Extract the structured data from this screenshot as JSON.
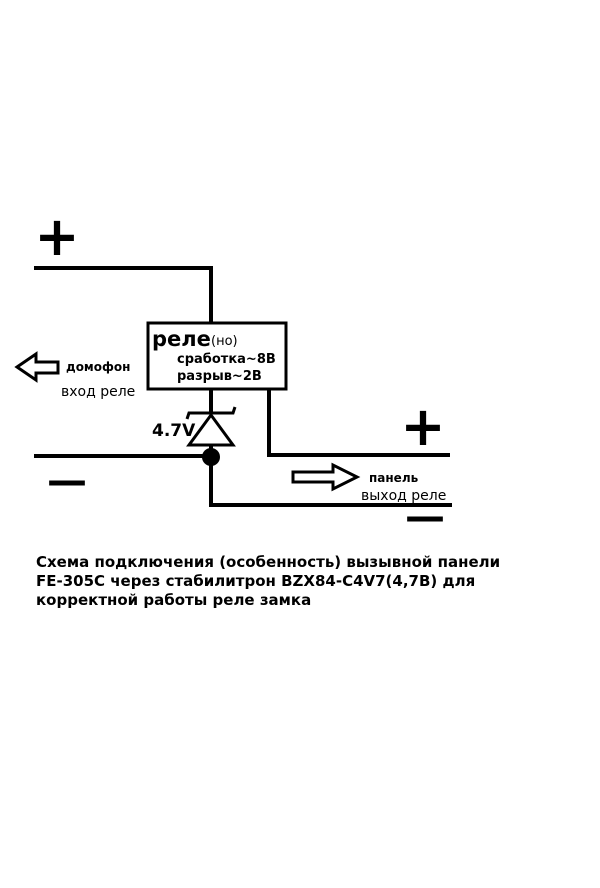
{
  "diagram": {
    "relay": {
      "title": "реле",
      "type": "(но)",
      "trigger": "сработка~8В",
      "release": "разрыв~2В"
    },
    "zener_label": "4.7V",
    "left": {
      "plus": "+",
      "minus": "—",
      "device": "домофон",
      "port": "вход реле"
    },
    "right": {
      "plus": "+",
      "minus": "—",
      "device": "панель",
      "port": "выход реле"
    }
  },
  "caption": {
    "line1": "Схема подключения (особенность) вызывной панели",
    "line2": "FE-305C через стабилитрон BZX84-C4V7(4,7В) для",
    "line3": "корректной работы реле замка"
  }
}
